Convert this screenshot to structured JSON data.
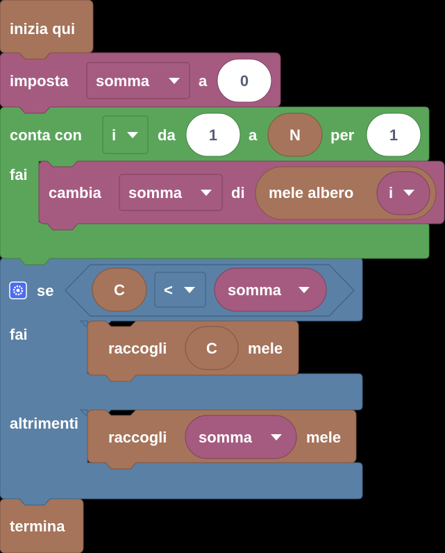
{
  "blocks": {
    "start": {
      "label": "inizia qui"
    },
    "set": {
      "label": "imposta",
      "variable": "somma",
      "to_label": "a",
      "value": "0"
    },
    "for": {
      "label": "conta con",
      "variable": "i",
      "from_label": "da",
      "from_value": "1",
      "to_label": "a",
      "to_value": "N",
      "step_label": "per",
      "step_value": "1",
      "do_label": "fai",
      "change": {
        "label": "cambia",
        "variable": "somma",
        "by_label": "di",
        "expr_label": "mele albero",
        "expr_var": "i"
      }
    },
    "if": {
      "label": "se",
      "left": "C",
      "operator": "<",
      "right_var": "somma",
      "do_label": "fai",
      "else_label": "altrimenti",
      "then_stmt": {
        "label": "raccogli",
        "value": "C",
        "suffix": "mele"
      },
      "else_stmt": {
        "label": "raccogli",
        "variable": "somma",
        "suffix": "mele"
      }
    },
    "end": {
      "label": "termina"
    }
  },
  "colors": {
    "brown": "#a5745b",
    "brown_dark": "#7e5340",
    "purple": "#a55b80",
    "purple_dark": "#7c3f5e",
    "green": "#5ba55b",
    "green_dark": "#3f7f3f",
    "blue": "#5b80a5",
    "blue_dark": "#3d5f82",
    "gear": "#4c6bf0"
  }
}
